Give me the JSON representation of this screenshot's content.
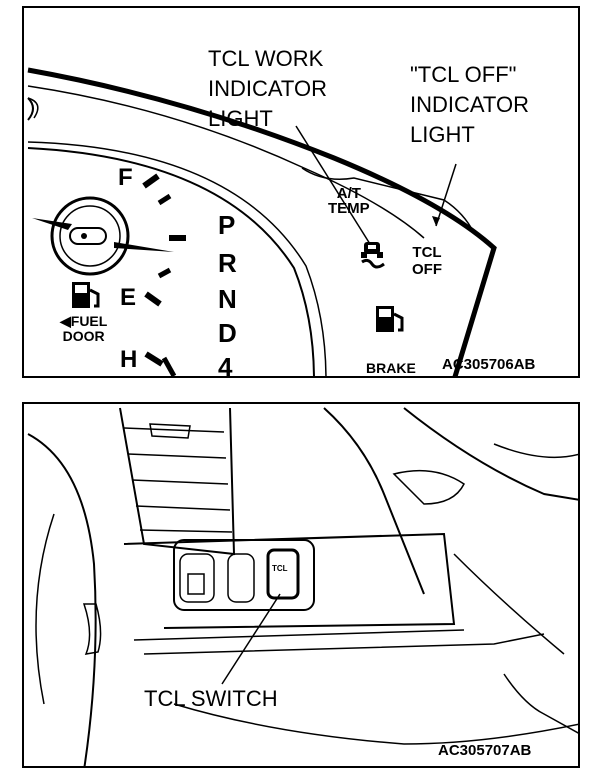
{
  "top_panel": {
    "callout_tcl_work": "TCL WORK\nINDICATOR\nLIGHT",
    "callout_tcl_off": "\"TCL OFF\"\nINDICATOR\nLIGHT",
    "fuel_gauge": {
      "full_mark": "F",
      "empty_mark": "E",
      "hot_mark": "H",
      "fuel_door": "◀FUEL\nDOOR"
    },
    "gear_positions": [
      "P",
      "R",
      "N",
      "D",
      "4"
    ],
    "at_temp": "A/T\nTEMP",
    "tcl_off_lamp": "TCL\nOFF",
    "brake": "BRAKE",
    "figure_code": "AC305706AB"
  },
  "bottom_panel": {
    "switch_label": "TCL",
    "callout_tcl_switch": "TCL SWITCH",
    "figure_code": "AC305707AB"
  },
  "icons": [
    "fuel-pump-icon",
    "slip-indicator-icon",
    "fuel-pump-icon",
    "tcl-switch-icon"
  ]
}
